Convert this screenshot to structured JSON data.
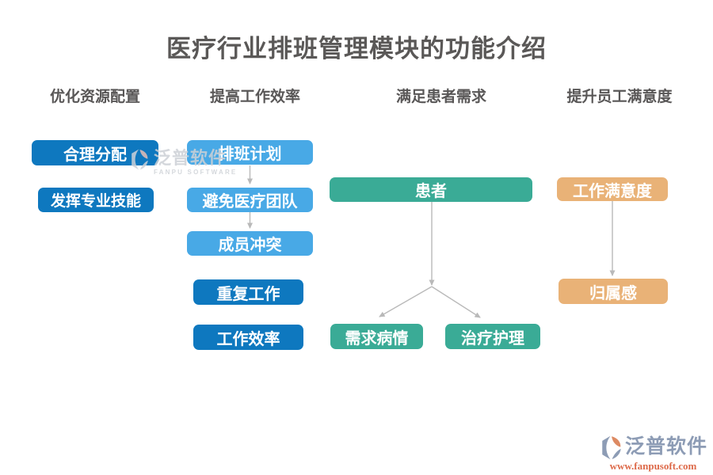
{
  "title": "医疗行业排班管理模块的功能介绍",
  "sections": {
    "resource": {
      "header": "优化资源配置",
      "boxes": [
        "合理分配",
        "发挥专业技能"
      ]
    },
    "efficiency": {
      "header": "提高工作效率",
      "flow_boxes": [
        "排班计划",
        "避免医疗团队",
        "成员冲突"
      ],
      "result_boxes": [
        "重复工作",
        "工作效率"
      ]
    },
    "patient": {
      "header": "满足患者需求",
      "root_box": "患者",
      "child_boxes": [
        "需求病情",
        "治疗护理"
      ]
    },
    "employee": {
      "header": "提升员工满意度",
      "boxes": [
        "工作满意度",
        "归属感"
      ]
    }
  },
  "watermark": {
    "brand": "泛普软件",
    "subtitle": "FANPU SOFTWARE"
  },
  "footer_logo": {
    "brand": "泛普软件",
    "website": "www.fanpusoft.com"
  },
  "colors": {
    "dark_blue": "#0e78bf",
    "light_blue": "#48a9e6",
    "teal": "#3aab96",
    "orange": "#e9b277",
    "heading_text": "#595757",
    "arrow": "#b9b9b9",
    "logo_blue": "#8d9cb5",
    "logo_orange": "#dd6a4a"
  }
}
